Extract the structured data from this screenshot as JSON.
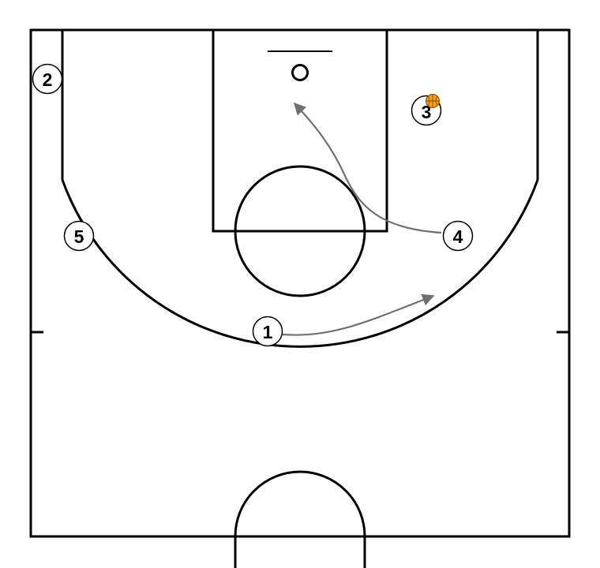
{
  "players": [
    {
      "label": "1",
      "has_ball": false
    },
    {
      "label": "2",
      "has_ball": false
    },
    {
      "label": "3",
      "has_ball": true
    },
    {
      "label": "4",
      "has_ball": false
    },
    {
      "label": "5",
      "has_ball": false
    }
  ],
  "movements": [
    {
      "from_player": "1",
      "type": "cut"
    },
    {
      "from_player": "4",
      "type": "cut"
    }
  ],
  "colors": {
    "court_lines": "#000000",
    "background": "#ffffff",
    "movement_arrows": "#707070",
    "ball": "#f0a020"
  },
  "icons": {
    "ball": "basketball-icon"
  }
}
